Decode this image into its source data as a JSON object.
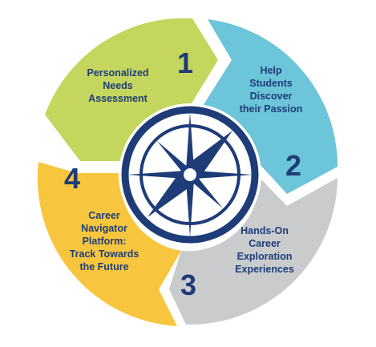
{
  "colors": {
    "step1": "#c4d65e",
    "step2": "#6cc5d8",
    "step3": "#c9cbcc",
    "step4": "#f8c63e",
    "navy": "#1d3c78",
    "background": "#ffffff"
  },
  "center_icon": "compass-icon",
  "steps": [
    {
      "number": "1",
      "lines": [
        "Personalized",
        "Needs",
        "Assessment"
      ]
    },
    {
      "number": "2",
      "lines": [
        "Help",
        "Students",
        "Discover",
        "their Passion"
      ]
    },
    {
      "number": "3",
      "lines": [
        "Hands-On",
        "Career",
        "Exploration",
        "Experiences"
      ]
    },
    {
      "number": "4",
      "lines": [
        "Career",
        "Navigator",
        "Platform:",
        "Track Towards",
        "the Future"
      ]
    }
  ]
}
